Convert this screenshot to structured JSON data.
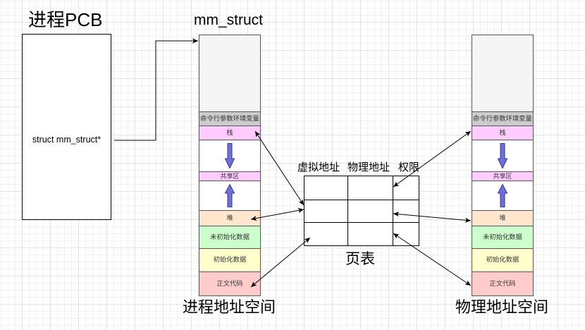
{
  "pcb": {
    "title": "进程PCB",
    "field": "struct mm_struct*"
  },
  "mm_struct": {
    "title": "mm_struct"
  },
  "virtual_space": {
    "label": "进程地址空间",
    "segments": {
      "args_env": {
        "label": "命令行参数环境变量",
        "fill": "#cccccc"
      },
      "stack": {
        "label": "栈",
        "fill": "#ffccff"
      },
      "shared": {
        "label": "共享区",
        "fill": "#ffccff"
      },
      "heap": {
        "label": "堆",
        "fill": "#ffe6cc"
      },
      "bss": {
        "label": "未初始化数据",
        "fill": "#ccffcc"
      },
      "data": {
        "label": "初始化数据",
        "fill": "#ffffcc"
      },
      "text": {
        "label": "正文代码",
        "fill": "#ffcccc"
      }
    }
  },
  "page_table": {
    "title": "页表",
    "headers": [
      "虚拟地址",
      "物理地址",
      "权限"
    ]
  },
  "physical_space": {
    "label": "物理地址空间",
    "segments": {
      "args_env": {
        "label": "命令行参数环境变量",
        "fill": "#cccccc"
      },
      "stack": {
        "label": "栈",
        "fill": "#ffccff"
      },
      "shared": {
        "label": "共享区",
        "fill": "#ffccff"
      },
      "heap": {
        "label": "堆",
        "fill": "#ffe6cc"
      },
      "bss": {
        "label": "未初始化数据",
        "fill": "#ccffcc"
      },
      "data": {
        "label": "初始化数据",
        "fill": "#ffffcc"
      },
      "text": {
        "label": "正文代码",
        "fill": "#ffcccc"
      }
    }
  },
  "colors": {
    "growth_arrow_fill": "#7070dc",
    "connector": "#000000"
  }
}
